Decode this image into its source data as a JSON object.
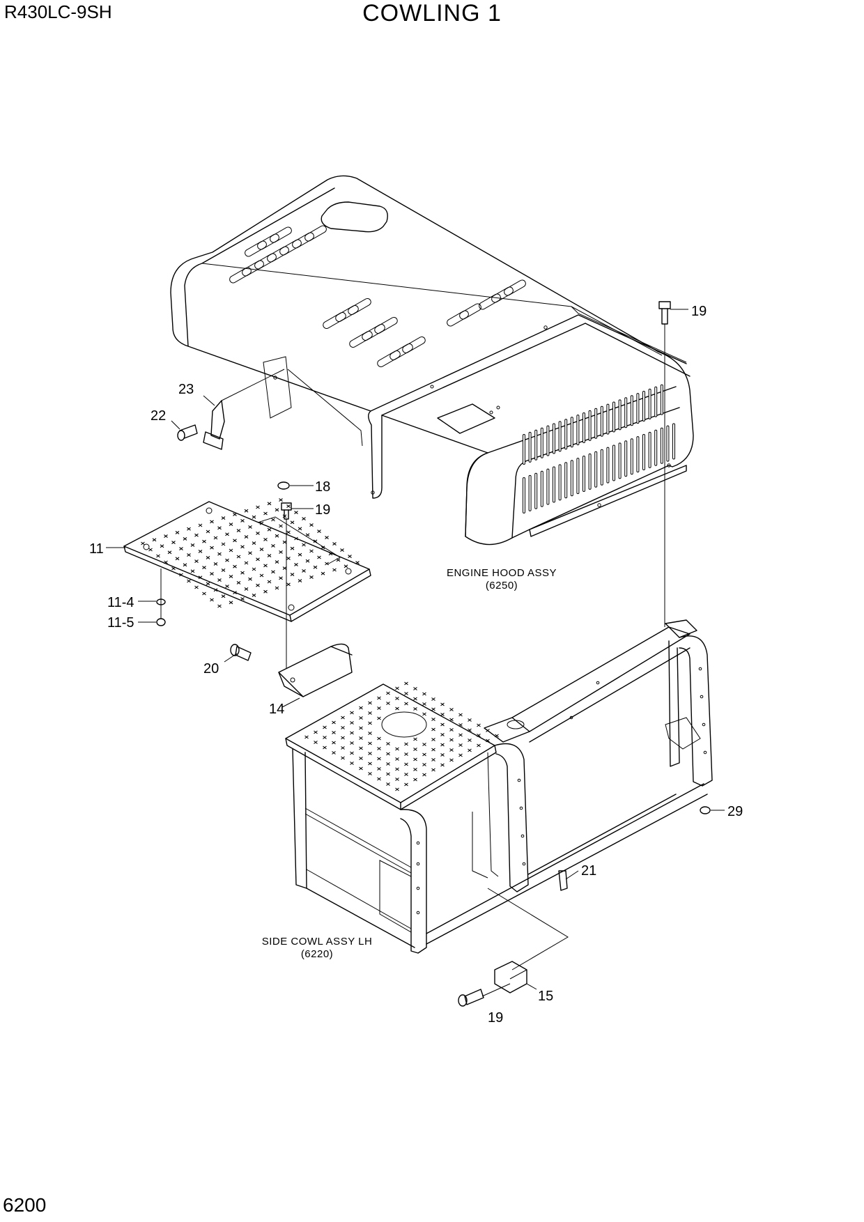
{
  "header": {
    "model": "R430LC-9SH",
    "title": "COWLING 1"
  },
  "footer": {
    "page_number": "6200"
  },
  "assemblies": {
    "engine_hood": {
      "name": "ENGINE HOOD ASSY",
      "ref": "(6250)"
    },
    "side_cowl": {
      "name": "SIDE COWL ASSY LH",
      "ref": "(6220)"
    }
  },
  "callouts": {
    "c19_top": "19",
    "c23": "23",
    "c22": "22",
    "c18": "18",
    "c19_mid": "19",
    "c11": "11",
    "c11_4": "11-4",
    "c11_5": "11-5",
    "c20": "20",
    "c14": "14",
    "c29": "29",
    "c21": "21",
    "c15": "15",
    "c19_bottom": "19"
  }
}
